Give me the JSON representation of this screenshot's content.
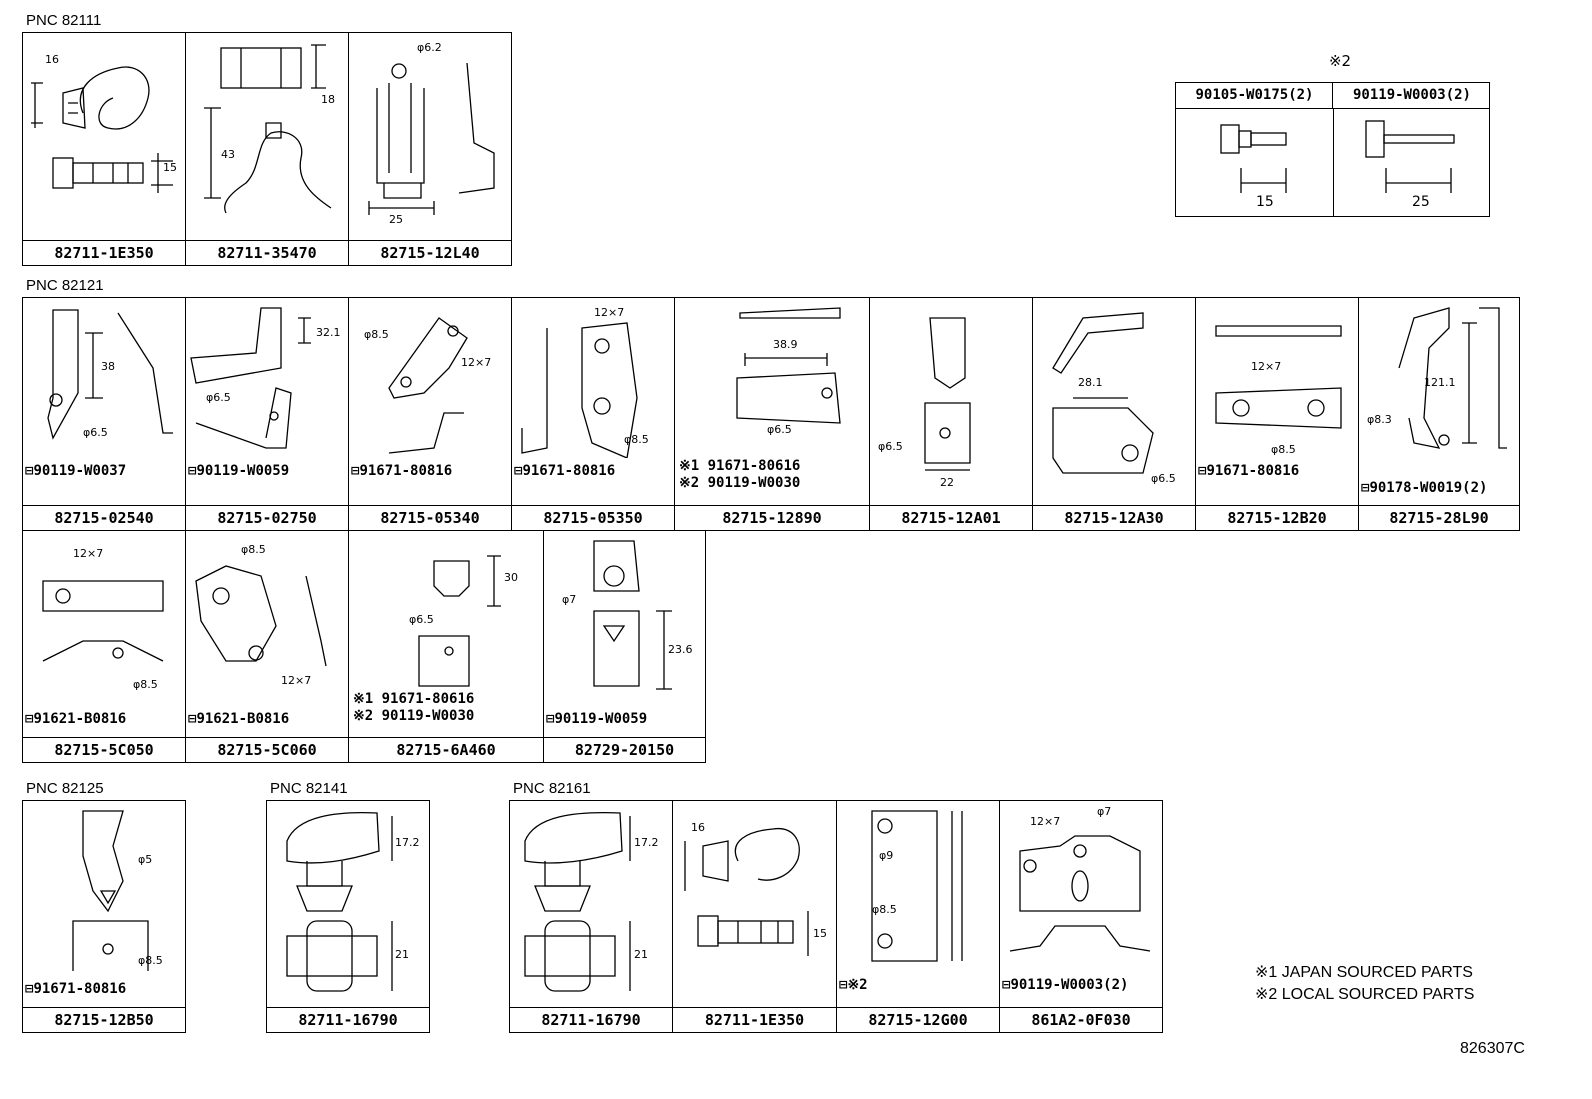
{
  "groups": {
    "g1": "PNC 82111",
    "g2": "PNC 82121",
    "g3": "PNC 82125",
    "g4": "PNC 82141",
    "g5": "PNC 82161"
  },
  "legend_top": {
    "mark": "※2",
    "col1": "90105-W0175(2)",
    "col2": "90119-W0003(2)",
    "dim1": "15",
    "dim2": "25"
  },
  "parts": {
    "p1": "82711-1E350",
    "p2": "82711-35470",
    "p3": "82715-12L40",
    "p4": "82715-02540",
    "p5": "82715-02750",
    "p6": "82715-05340",
    "p7": "82715-05350",
    "p8": "82715-12890",
    "p9": "82715-12A01",
    "p10": "82715-12A30",
    "p11": "82715-12B20",
    "p12": "82715-28L90",
    "p13": "82715-5C050",
    "p14": "82715-5C060",
    "p15": "82715-6A460",
    "p16": "82729-20150",
    "p17": "82715-12B50",
    "p18": "82711-16790",
    "p19": "82711-16790",
    "p20": "82711-1E350",
    "p21": "82715-12G00",
    "p22": "861A2-0F030"
  },
  "bolts": {
    "b4": "90119-W0037",
    "b5": "90119-W0059",
    "b6": "91671-80816",
    "b7": "91671-80816",
    "b8a": "※1 91671-80616",
    "b8b": "※2 90119-W0030",
    "b11": "91671-80816",
    "b12": "90178-W0019(2)",
    "b13": "91621-B0816",
    "b14": "91621-B0816",
    "b15a": "※1 91671-80616",
    "b15b": "※2 90119-W0030",
    "b16": "90119-W0059",
    "b17": "91671-80816",
    "b21": "※2",
    "b22": "90119-W0003(2)"
  },
  "dims": {
    "d1a": "16",
    "d1b": "15",
    "d2a": "18",
    "d2b": "43",
    "d3a": "φ6.2",
    "d3b": "25",
    "d4a": "38",
    "d4b": "φ6.5",
    "d5a": "32.1",
    "d5b": "φ6.5",
    "d6a": "φ8.5",
    "d6b": "12×7",
    "d7a": "12×7",
    "d7b": "φ8.5",
    "d8a": "38.9",
    "d8b": "φ6.5",
    "d9a": "φ6.5",
    "d9b": "22",
    "d10a": "28.1",
    "d10b": "φ6.5",
    "d11a": "12×7",
    "d11b": "φ8.5",
    "d12a": "121.1",
    "d12b": "φ8.3",
    "d13a": "12×7",
    "d13b": "φ8.5",
    "d14a": "φ8.5",
    "d14b": "12×7",
    "d15a": "30",
    "d15b": "φ6.5",
    "d16a": "φ7",
    "d16b": "23.6",
    "d17a": "φ5",
    "d17b": "φ8.5",
    "d18a": "17.2",
    "d18b": "21",
    "d19a": "17.2",
    "d19b": "21",
    "d20a": "16",
    "d20b": "15",
    "d21a": "φ9",
    "d21b": "φ8.5",
    "d22a": "12×7",
    "d22b": "φ7"
  },
  "notes": {
    "n1": "※1 JAPAN SOURCED PARTS",
    "n2": "※2 LOCAL SOURCED PARTS"
  },
  "ref_code": "826307C"
}
